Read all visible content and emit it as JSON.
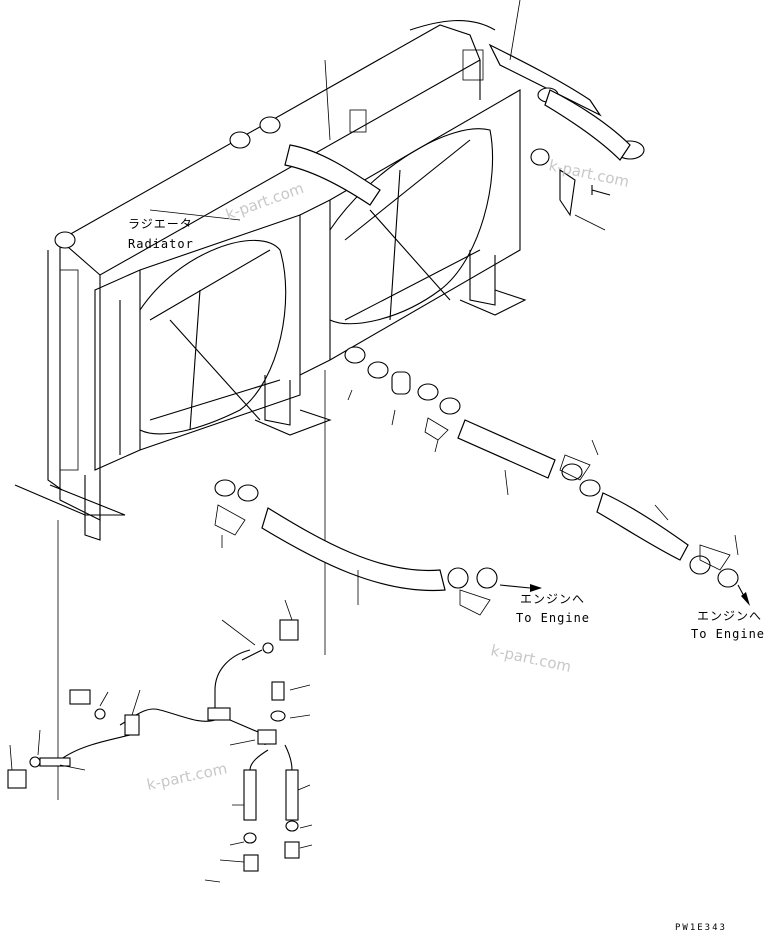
{
  "labels": {
    "radiator_jp": "ラジエータ",
    "radiator_en": "Radiator",
    "engine_jp_1": "エンジンへ",
    "engine_en_1": "To Engine",
    "engine_jp_2": "エンジンへ",
    "engine_en_2": "To Engine"
  },
  "watermarks": [
    "k-part.com",
    "k-part.com",
    "k-part.com",
    "k-part.com"
  ],
  "drawing_code": "PW1E343"
}
